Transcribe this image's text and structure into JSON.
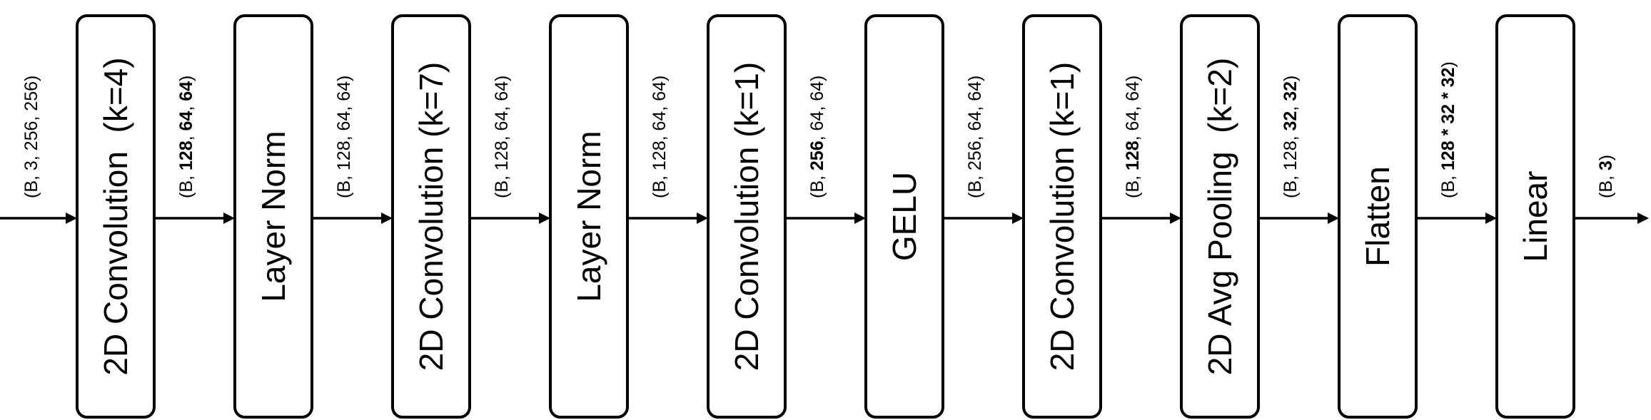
{
  "blocks": [
    {
      "label": "2D Convolution  (k=4)"
    },
    {
      "label": "Layer Norm"
    },
    {
      "label": "2D Convolution (k=7)"
    },
    {
      "label": "Layer Norm"
    },
    {
      "label": "2D Convolution (k=1)"
    },
    {
      "label": "GELU"
    },
    {
      "label": "2D Convolution (k=1)"
    },
    {
      "label": "2D Avg Pooling  (k=2)"
    },
    {
      "label": "Flatten"
    },
    {
      "label": "Linear"
    }
  ],
  "shapes": [
    {
      "parts": [
        {
          "text": "(B, 3, 256, 256)",
          "bold": false
        }
      ]
    },
    {
      "parts": [
        {
          "text": "(B, ",
          "bold": false
        },
        {
          "text": "128",
          "bold": true
        },
        {
          "text": ", ",
          "bold": false
        },
        {
          "text": "64",
          "bold": true
        },
        {
          "text": ", ",
          "bold": false
        },
        {
          "text": "64",
          "bold": true
        },
        {
          "text": ")",
          "bold": false
        }
      ]
    },
    {
      "parts": [
        {
          "text": "(B, 128, 64, 64)",
          "bold": false
        }
      ]
    },
    {
      "parts": [
        {
          "text": "(B, 128, 64, 64)",
          "bold": false
        }
      ]
    },
    {
      "parts": [
        {
          "text": "(B, 128, 64, 64)",
          "bold": false
        }
      ]
    },
    {
      "parts": [
        {
          "text": "(B, ",
          "bold": false
        },
        {
          "text": "256",
          "bold": true
        },
        {
          "text": ", 64, 64)",
          "bold": false
        }
      ]
    },
    {
      "parts": [
        {
          "text": "(B, 256, 64, 64)",
          "bold": false
        }
      ]
    },
    {
      "parts": [
        {
          "text": "(B, ",
          "bold": false
        },
        {
          "text": "128",
          "bold": true
        },
        {
          "text": ", 64, 64)",
          "bold": false
        }
      ]
    },
    {
      "parts": [
        {
          "text": "(B, 128, ",
          "bold": false
        },
        {
          "text": "32",
          "bold": true
        },
        {
          "text": ", ",
          "bold": false
        },
        {
          "text": "32",
          "bold": true
        },
        {
          "text": ")",
          "bold": false
        }
      ]
    },
    {
      "parts": [
        {
          "text": "(B, ",
          "bold": false
        },
        {
          "text": "128 * 32 * 32",
          "bold": true
        },
        {
          "text": ")",
          "bold": false
        }
      ]
    },
    {
      "parts": [
        {
          "text": "(B, ",
          "bold": false
        },
        {
          "text": "3",
          "bold": true
        },
        {
          "text": ")",
          "bold": false
        }
      ]
    }
  ]
}
